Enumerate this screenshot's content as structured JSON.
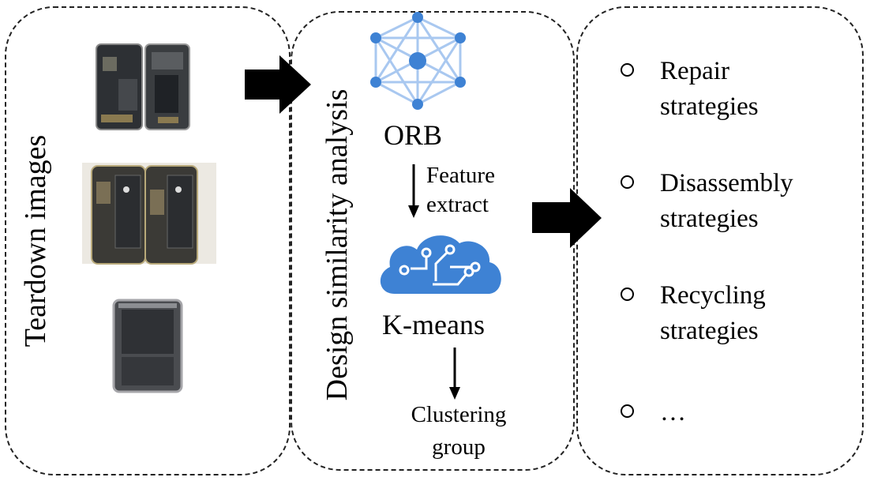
{
  "panels": {
    "teardown": {
      "title": "Teardown images"
    },
    "similarity": {
      "title": "Design similarity analysis",
      "orb": "ORB",
      "feature_line1": "Feature",
      "feature_line2": "extract",
      "kmeans": "K-means",
      "cluster_line1": "Clustering",
      "cluster_line2": "group"
    },
    "strategies": {
      "items": [
        {
          "line1": "Repair",
          "line2": "strategies"
        },
        {
          "line1": "Disassembly",
          "line2": "strategies"
        },
        {
          "line1": "Recycling",
          "line2": "strategies"
        },
        {
          "line1": "…",
          "line2": ""
        }
      ]
    }
  },
  "icons": {
    "network": "orb-network-icon",
    "cloud": "kmeans-cloud-icon",
    "phone1": "phone-teardown-photo",
    "phone2": "phone-battery-photo",
    "tablet": "tablet-teardown-photo"
  },
  "colors": {
    "accent_blue": "#3e82d4",
    "light_blue": "#a9c8f0",
    "dashed_border": "#222222"
  }
}
